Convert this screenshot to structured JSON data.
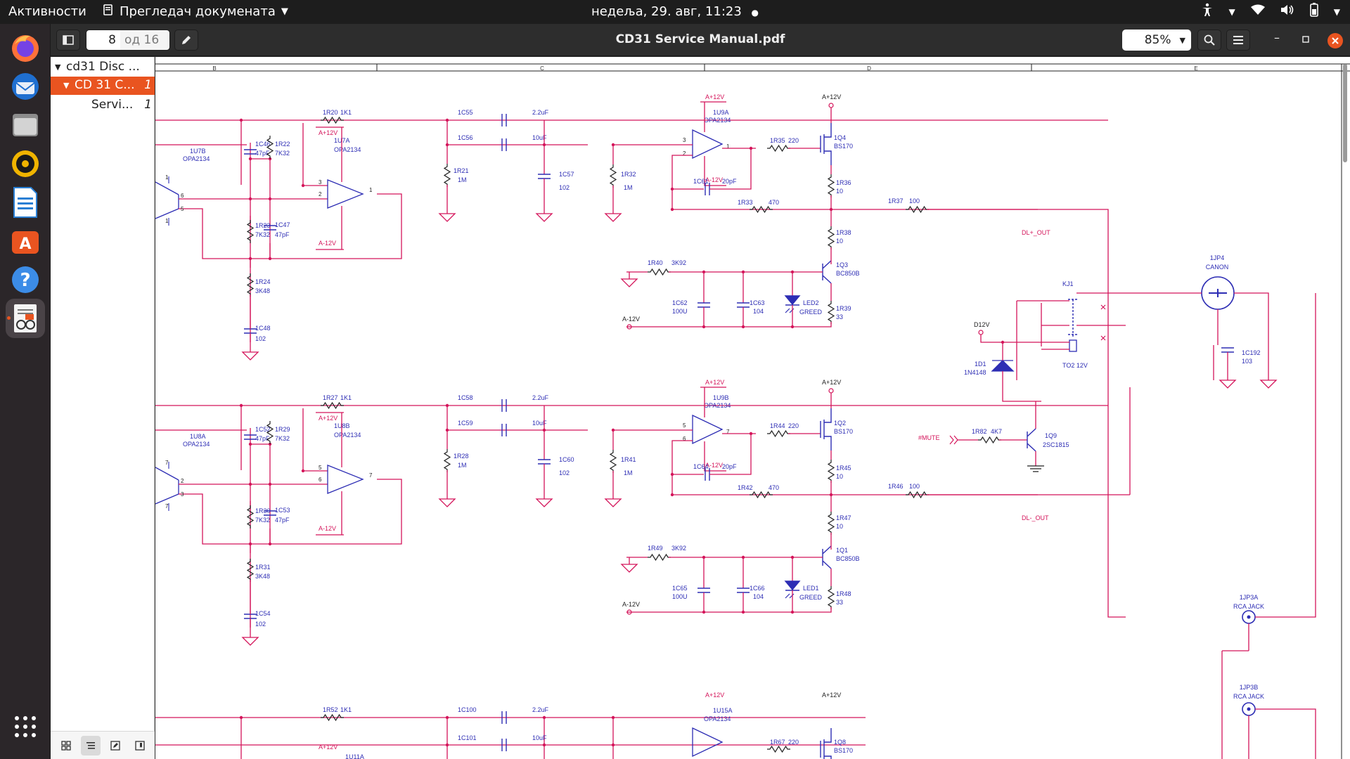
{
  "topbar": {
    "activities": "Активности",
    "app_name": "Прегледач докумената",
    "clock": "недеља, 29. авг, 11:23"
  },
  "headerbar": {
    "page_current": "8",
    "page_of": "од 16",
    "title": "CD31 Service Manual.pdf",
    "zoom": "85%"
  },
  "sidebar": {
    "items": [
      {
        "label": "cd31 Disc ...",
        "page": ""
      },
      {
        "label": "CD 31 C...",
        "page": "1"
      },
      {
        "label": "Servi...",
        "page": "1"
      }
    ]
  },
  "dock": {
    "items": [
      "firefox-icon",
      "thunderbird-icon",
      "files-icon",
      "rhythmbox-icon",
      "libreoffice-writer-icon",
      "software-center-icon",
      "help-icon",
      "document-viewer-icon",
      "app-grid-icon"
    ]
  },
  "schematic": {
    "columns": [
      "B",
      "C",
      "D",
      "E"
    ],
    "nets": {
      "vpos": "A+12V",
      "vneg": "A-12V",
      "d12": "D12V",
      "mute": "#MUTE",
      "dlp": "DL+_OUT",
      "dln": "DL-_OUT"
    },
    "ch1": {
      "u7b": "1U7B",
      "u7b_t": "OPA2134",
      "u7a": "1U7A",
      "u7a_t": "OPA2134",
      "c46": "1C46",
      "c46v": "47pF",
      "r22": "1R22",
      "r22v": "7K32",
      "r23": "1R23",
      "r23v": "7K32",
      "c47": "1C47",
      "c47v": "47pF",
      "r24": "1R24",
      "r24v": "3K48",
      "c48": "1C48",
      "c48v": "102",
      "r20": "1R20",
      "r20v": "1K1",
      "c55": "1C55",
      "c55v": "2.2uF",
      "c56": "1C56",
      "c56v": "10uF",
      "r21": "1R21",
      "r21v": "1M",
      "c57": "1C57",
      "c57v": "102",
      "r32": "1R32",
      "r32v": "1M",
      "u9": "1U9A",
      "u9_t": "OPA2134",
      "c61": "1C61",
      "c61v": "20pF",
      "r35": "1R35",
      "r35v": "220",
      "q4": "1Q4",
      "q4t": "BS170",
      "r36": "1R36",
      "r36v": "10",
      "r33": "1R33",
      "r33v": "470",
      "r37": "1R37",
      "r37v": "100",
      "r38": "1R38",
      "r38v": "10",
      "q3": "1Q3",
      "q3t": "BC850B",
      "r40": "1R40",
      "r40v": "3K92",
      "c62": "1C62",
      "c62v": "100U",
      "c63": "1C63",
      "c63v": "104",
      "led": "LED2",
      "ledc": "GREED",
      "r39": "1R39",
      "r39v": "33",
      "pin_a": "3",
      "pin_b": "2",
      "pin_o": "1",
      "u7b_a": "6",
      "u7b_b": "5",
      "u7a_a": "3",
      "u7a_b": "2",
      "u7a_o": "1"
    },
    "ch2": {
      "u7b": "1U8A",
      "u7b_t": "OPA2134",
      "u7a": "1U8B",
      "u7a_t": "OPA2134",
      "c46": "1C52",
      "c46v": "47pF",
      "r22": "1R29",
      "r22v": "7K32",
      "r23": "1R30",
      "r23v": "7K32",
      "c47": "1C53",
      "c47v": "47pF",
      "r24": "1R31",
      "r24v": "3K48",
      "c48": "1C54",
      "c48v": "102",
      "r20": "1R27",
      "r20v": "1K1",
      "c55": "1C58",
      "c55v": "2.2uF",
      "c56": "1C59",
      "c56v": "10uF",
      "r21": "1R28",
      "r21v": "1M",
      "c57": "1C60",
      "c57v": "102",
      "r32": "1R41",
      "r32v": "1M",
      "u9": "1U9B",
      "u9_t": "OPA2134",
      "c61": "1C64",
      "c61v": "20pF",
      "r35": "1R44",
      "r35v": "220",
      "q4": "1Q2",
      "q4t": "BS170",
      "r36": "1R45",
      "r36v": "10",
      "r33": "1R42",
      "r33v": "470",
      "r37": "1R46",
      "r37v": "100",
      "r38": "1R47",
      "r38v": "10",
      "q3": "1Q1",
      "q3t": "BC850B",
      "r40": "1R49",
      "r40v": "3K92",
      "c62": "1C65",
      "c62v": "100U",
      "c63": "1C66",
      "c63v": "104",
      "led": "LED1",
      "ledc": "GREED",
      "r39": "1R48",
      "r39v": "33",
      "pin_a": "5",
      "pin_b": "6",
      "pin_o": "7",
      "u7b_a": "2",
      "u7b_b": "3",
      "u7a_a": "5",
      "u7a_b": "6",
      "u7a_o": "7"
    },
    "ch3": {
      "r52": "1R52",
      "r52v": "1K1",
      "c100": "1C100",
      "c100v": "2.2uF",
      "c101": "1C101",
      "c101v": "10uF",
      "u15": "1U15A",
      "u15_t": "OPA2134",
      "r67": "1R67",
      "r67v": "220",
      "q8": "1Q8",
      "q8t": "BS170",
      "u_partial": "1U11A"
    },
    "right": {
      "jp4": "1JP4",
      "jp4t": "CANON",
      "kj1": "KJ1",
      "to2": "TO2 12V",
      "d1": "1D1",
      "d1t": "1N4148",
      "c192": "1C192",
      "c192v": "103",
      "r82": "1R82",
      "r82v": "4K7",
      "q9": "1Q9",
      "q9t": "2SC1815",
      "jp3a": "1JP3A",
      "jp3b": "1JP3B",
      "rca": "RCA JACK"
    }
  }
}
